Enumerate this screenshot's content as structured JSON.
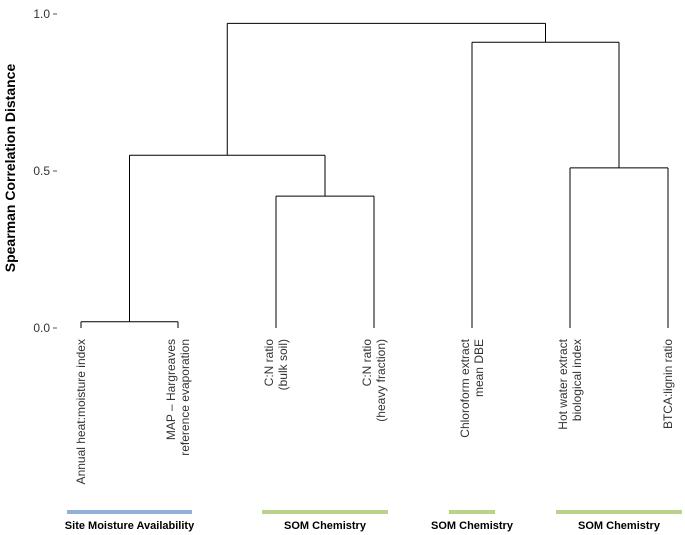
{
  "chart_data": {
    "type": "dendrogram",
    "ylabel": "Spearman Correlation Distance",
    "ylim": [
      0,
      1.0
    ],
    "yticks": [
      {
        "value": 0.0,
        "label": "0.0"
      },
      {
        "value": 0.5,
        "label": "0.5"
      },
      {
        "value": 1.0,
        "label": "1.0"
      }
    ],
    "leaves": [
      {
        "id": "L1",
        "label_lines": [
          "Annual heat:moisture index"
        ]
      },
      {
        "id": "L2",
        "label_lines": [
          "MAP – Hargreaves",
          "reference evaporation"
        ]
      },
      {
        "id": "L3",
        "label_lines": [
          "C:N ratio",
          "(bulk soil)"
        ]
      },
      {
        "id": "L4",
        "label_lines": [
          "C:N ratio",
          "(heavy fraction)"
        ]
      },
      {
        "id": "L5",
        "label_lines": [
          "Chloroform extract",
          "mean DBE"
        ]
      },
      {
        "id": "L6",
        "label_lines": [
          "Hot water extract",
          "biological index"
        ]
      },
      {
        "id": "L7",
        "label_lines": [
          "BTCA:lignin ratio"
        ]
      }
    ],
    "merges": [
      {
        "id": "M1",
        "left": "L1",
        "right": "L2",
        "height": 0.02
      },
      {
        "id": "M2",
        "left": "L3",
        "right": "L4",
        "height": 0.42
      },
      {
        "id": "M3",
        "left": "L6",
        "right": "L7",
        "height": 0.51
      },
      {
        "id": "M4",
        "left": "M1",
        "right": "M2",
        "height": 0.55
      },
      {
        "id": "M5",
        "left": "L5",
        "right": "M3",
        "height": 0.91
      },
      {
        "id": "M6",
        "left": "M4",
        "right": "M5",
        "height": 0.97
      }
    ],
    "groups": [
      {
        "label": "Site Moisture Availability",
        "leaves": [
          "L1",
          "L2"
        ],
        "color": "#92b0d8"
      },
      {
        "label": "SOM Chemistry",
        "leaves": [
          "L3",
          "L4"
        ],
        "color": "#b9d48a"
      },
      {
        "label": "SOM Chemistry",
        "leaves": [
          "L5"
        ],
        "color": "#b9d48a"
      },
      {
        "label": "SOM Chemistry",
        "leaves": [
          "L6",
          "L7"
        ],
        "color": "#b9d48a"
      }
    ]
  }
}
